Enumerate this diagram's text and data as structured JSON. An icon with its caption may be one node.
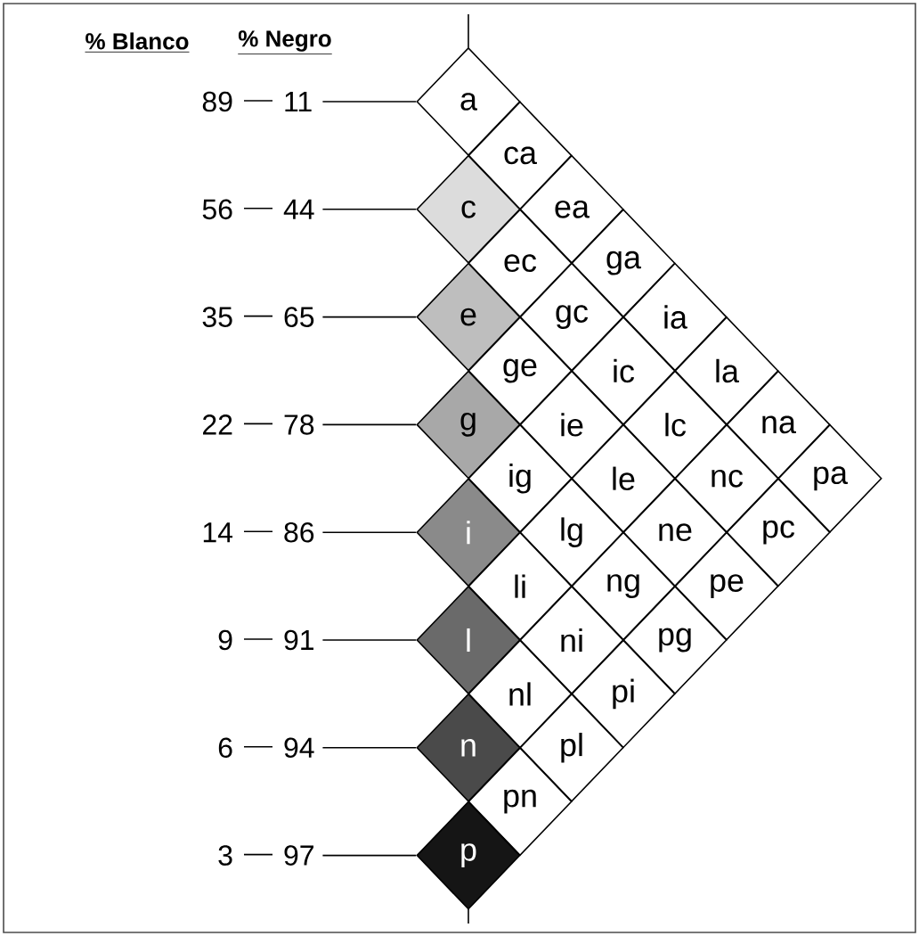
{
  "diagram": {
    "nodes": [
      {
        "text": [
          "89",
          "11"
        ]
      },
      {
        "text": [
          "56",
          "44"
        ]
      },
      {
        "text": [
          "35",
          "65"
        ]
      },
      {
        "text": [
          "22",
          "78"
        ]
      },
      {
        "text": [
          "14",
          "86"
        ]
      },
      {
        "text": [
          "9",
          "91"
        ]
      },
      {
        "text": [
          "6",
          "94"
        ]
      },
      {
        "text": [
          "3",
          "97"
        ]
      },
      {
        "text": [
          "a"
        ]
      },
      {
        "text": [
          "ca"
        ]
      },
      {
        "text": [
          "c"
        ]
      },
      {
        "text": [
          "ea"
        ]
      },
      {
        "text": [
          "ec"
        ]
      },
      {
        "text": [
          "ga"
        ]
      },
      {
        "text": [
          "e"
        ]
      },
      {
        "text": [
          "gc"
        ]
      },
      {
        "text": [
          "ia"
        ]
      },
      {
        "text": [
          "ge"
        ]
      },
      {
        "text": [
          "ic"
        ]
      },
      {
        "text": [
          "la"
        ]
      },
      {
        "text": [
          "g"
        ]
      },
      {
        "text": [
          "ie"
        ]
      },
      {
        "text": [
          "lc"
        ]
      },
      {
        "text": [
          "na"
        ]
      },
      {
        "text": [
          "ig"
        ]
      },
      {
        "text": [
          "le"
        ]
      },
      {
        "text": [
          "nc"
        ]
      },
      {
        "text": [
          "pa"
        ]
      },
      {
        "text": [
          "i"
        ]
      },
      {
        "text": [
          "lg"
        ]
      },
      {
        "text": [
          "ne"
        ]
      },
      {
        "text": [
          "pc"
        ]
      },
      {
        "text": [
          "li"
        ]
      },
      {
        "text": [
          "ng"
        ]
      },
      {
        "text": [
          "pe"
        ]
      },
      {
        "text": [
          "l"
        ]
      },
      {
        "text": [
          "ni"
        ]
      },
      {
        "text": [
          "pg"
        ]
      },
      {
        "text": [
          "nl"
        ]
      },
      {
        "text": [
          "pi"
        ]
      },
      {
        "text": [
          "n"
        ]
      },
      {
        "text": [
          "pl"
        ]
      },
      {
        "text": [
          "pn"
        ]
      },
      {
        "text": [
          "p"
        ]
      }
    ],
    "edges": [
      {
        "from": 0,
        "to": 8,
        "arrow": "none"
      },
      {
        "from": 1,
        "to": 10,
        "arrow": "none"
      },
      {
        "from": 2,
        "to": 14,
        "arrow": "none"
      },
      {
        "from": 3,
        "to": 20,
        "arrow": "none"
      },
      {
        "from": 4,
        "to": 28,
        "arrow": "none"
      },
      {
        "from": 5,
        "to": 35,
        "arrow": "none"
      },
      {
        "from": 6,
        "to": 40,
        "arrow": "none"
      },
      {
        "from": 7,
        "to": 43,
        "arrow": "none"
      }
    ],
    "labels": [
      "% Blanco",
      "% Negro"
    ]
  }
}
